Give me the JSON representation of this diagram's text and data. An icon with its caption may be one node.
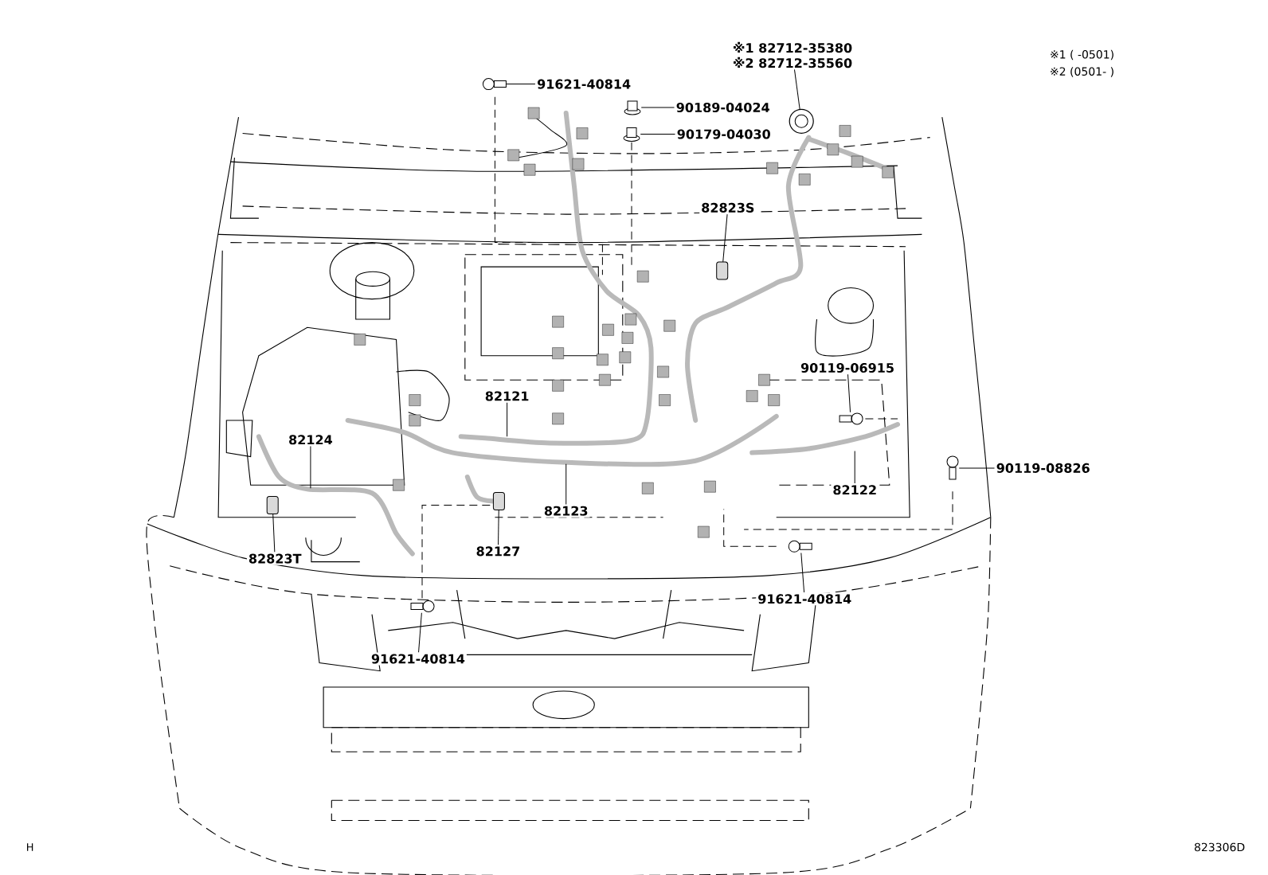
{
  "diagram": {
    "nodes": [
      {
        "text": [
          "91621-40814"
        ]
      },
      {
        "text": [],
        "shape": "bolt"
      },
      {
        "text": [
          "90189-04024"
        ]
      },
      {
        "text": [],
        "shape": "nut"
      },
      {
        "text": [
          "90179-04030"
        ]
      },
      {
        "text": [],
        "shape": "nut"
      },
      {
        "text": [
          "※1 82712-35380",
          "※2 82712-35560"
        ]
      },
      {
        "text": [],
        "shape": "grommet"
      },
      {
        "text": [
          "82823S"
        ]
      },
      {
        "text": [],
        "shape": "connector"
      },
      {
        "text": [
          "82121"
        ]
      },
      {
        "text": [
          "82124"
        ]
      },
      {
        "text": [
          "90119-06915"
        ]
      },
      {
        "text": [],
        "shape": "bolt"
      },
      {
        "text": [
          "82122"
        ]
      },
      {
        "text": [
          "90119-08826"
        ]
      },
      {
        "text": [],
        "shape": "bolt"
      },
      {
        "text": [
          "82823T"
        ]
      },
      {
        "text": [],
        "shape": "connector"
      },
      {
        "text": [
          "82123"
        ]
      },
      {
        "text": [
          "82127"
        ]
      },
      {
        "text": [],
        "shape": "connector"
      },
      {
        "text": [
          "91621-40814"
        ]
      },
      {
        "text": [],
        "shape": "bolt"
      },
      {
        "text": [
          "91621-40814"
        ]
      },
      {
        "text": [],
        "shape": "bolt"
      }
    ],
    "edges": [
      {
        "from": 0,
        "to": 1,
        "arrow": "none"
      },
      {
        "from": 2,
        "to": 3,
        "arrow": "none"
      },
      {
        "from": 4,
        "to": 5,
        "arrow": "none"
      },
      {
        "from": 6,
        "to": 7,
        "arrow": "none"
      },
      {
        "from": 8,
        "to": 9,
        "arrow": "none"
      },
      {
        "from": 10,
        "to": null,
        "arrow": "none"
      },
      {
        "from": 11,
        "to": null,
        "arrow": "none"
      },
      {
        "from": 12,
        "to": 13,
        "arrow": "none"
      },
      {
        "from": 14,
        "to": null,
        "arrow": "none"
      },
      {
        "from": 15,
        "to": 16,
        "arrow": "none"
      },
      {
        "from": 17,
        "to": 18,
        "arrow": "none"
      },
      {
        "from": 19,
        "to": null,
        "arrow": "none"
      },
      {
        "from": 20,
        "to": 21,
        "arrow": "none"
      },
      {
        "from": 22,
        "to": 23,
        "arrow": "none"
      },
      {
        "from": 24,
        "to": 25,
        "arrow": "none"
      }
    ],
    "labels": [
      "※1 ( -0501)",
      "※2 (0501- )",
      "H",
      "823306D"
    ]
  }
}
